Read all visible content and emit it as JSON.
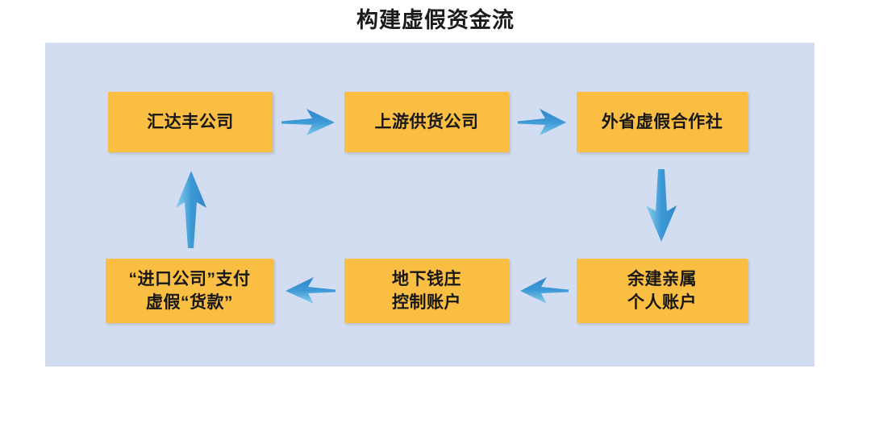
{
  "title": "构建虚假资金流",
  "colors": {
    "panel_background": "#d3ddf2",
    "node_fill": "#f9be42",
    "node_text": "#171717",
    "arrow": "#3d9ad6",
    "title_text": "#1b1b1b",
    "page_background": "#ffffff"
  },
  "diagram": {
    "type": "flowchart",
    "layout": "two-row cycle, top row left-to-right, bottom row right-to-left",
    "nodes": [
      {
        "id": "huidafeng",
        "label": "汇达丰公司",
        "row": "top",
        "column": 1
      },
      {
        "id": "upstream",
        "label": "上游供货公司",
        "row": "top",
        "column": 2
      },
      {
        "id": "fake_coop",
        "label": "外省虚假合作社",
        "row": "top",
        "column": 3
      },
      {
        "id": "relative_acct",
        "label": "余建亲属\n个人账户",
        "row": "bottom",
        "column": 3
      },
      {
        "id": "underground",
        "label": "地下钱庄\n控制账户",
        "row": "bottom",
        "column": 2
      },
      {
        "id": "import_pay",
        "label": "“进口公司”支付\n虚假“货款”",
        "row": "bottom",
        "column": 1
      }
    ],
    "arrows": [
      {
        "id": "huidafeng-to-upstream",
        "from": "huidafeng",
        "to": "upstream",
        "direction": "right"
      },
      {
        "id": "upstream-to-coop",
        "from": "upstream",
        "to": "fake_coop",
        "direction": "right"
      },
      {
        "id": "coop-to-relative",
        "from": "fake_coop",
        "to": "relative_acct",
        "direction": "down"
      },
      {
        "id": "relative-to-under",
        "from": "relative_acct",
        "to": "underground",
        "direction": "left"
      },
      {
        "id": "under-to-import",
        "from": "underground",
        "to": "import_pay",
        "direction": "left"
      },
      {
        "id": "import-to-huidafeng",
        "from": "import_pay",
        "to": "huidafeng",
        "direction": "up"
      }
    ]
  }
}
